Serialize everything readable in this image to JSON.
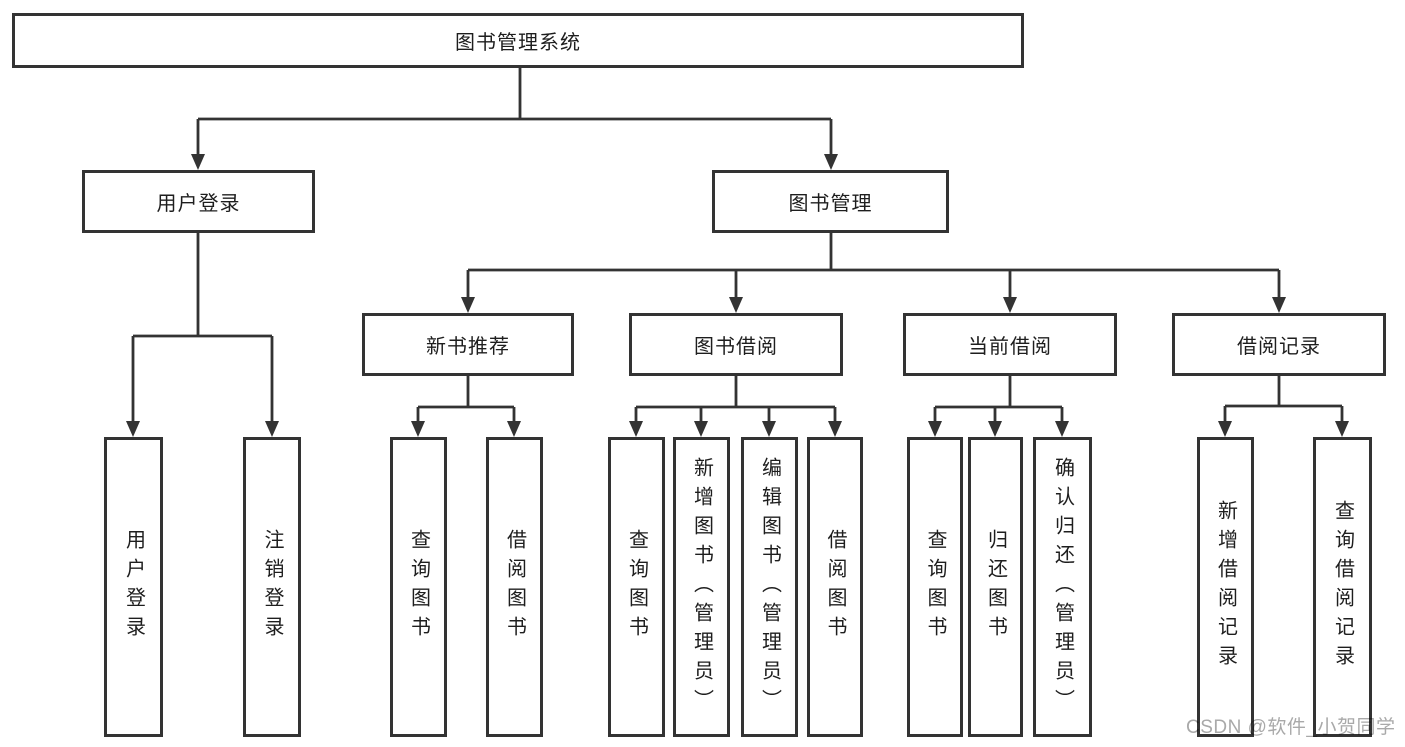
{
  "diagram": {
    "title": "图书管理系统",
    "root": {
      "label": "图书管理系统",
      "children": [
        {
          "label": "用户登录",
          "children": [
            {
              "label": "用户登录"
            },
            {
              "label": "注销登录"
            }
          ]
        },
        {
          "label": "图书管理",
          "children": [
            {
              "label": "新书推荐",
              "children": [
                {
                  "label": "查询图书"
                },
                {
                  "label": "借阅图书"
                }
              ]
            },
            {
              "label": "图书借阅",
              "children": [
                {
                  "label": "查询图书"
                },
                {
                  "label": "新增图书（管理员）"
                },
                {
                  "label": "编辑图书（管理员）"
                },
                {
                  "label": "借阅图书"
                }
              ]
            },
            {
              "label": "当前借阅",
              "children": [
                {
                  "label": "查询图书"
                },
                {
                  "label": "归还图书"
                },
                {
                  "label": "确认归还（管理员）"
                }
              ]
            },
            {
              "label": "借阅记录",
              "children": [
                {
                  "label": "新增借阅记录"
                },
                {
                  "label": "查询借阅记录"
                }
              ]
            }
          ]
        }
      ]
    }
  },
  "watermark": {
    "text": "CSDN @软件_小贺同学"
  },
  "colors": {
    "line": "#333333",
    "box_border": "#333333",
    "box_background": "#ffffff",
    "text": "#1e1e1e",
    "watermark_text": "#a9a9a9",
    "background": "#ffffff"
  }
}
